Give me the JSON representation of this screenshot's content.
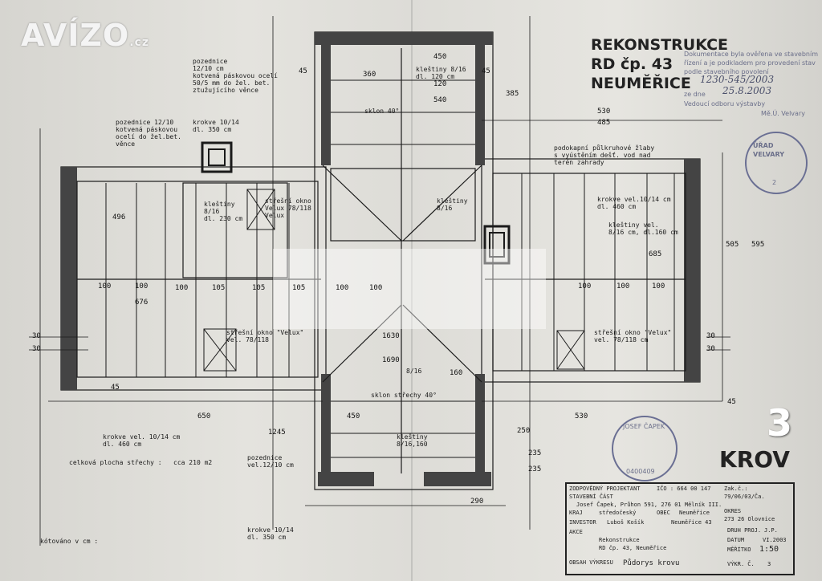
{
  "watermark": {
    "brand": "AVÍZO",
    "suffix": ".cz"
  },
  "title": {
    "line1": "REKONSTRUKCE",
    "line2": "RD čp. 43",
    "line3": "NEUMĚŘICE"
  },
  "approval": {
    "text1": "Dokumentace byla ověřena ve stavebním",
    "text2": "řízení a je podkladem pro provedení stav",
    "text3": "podle stavebního povolení",
    "number": "1230-545/2003",
    "date_label": "ze dne",
    "date": "25.8.2003",
    "office": "Vedoucí odboru výstavby",
    "city": "Mě.Ú. Velvary",
    "stamp_text": "ÚŘAD VELVARY",
    "stamp_num": "2"
  },
  "sheet_number": "3",
  "sheet_title": "KROV",
  "engineer_stamp": {
    "name": "JOSEF ČAPEK",
    "number": "0400409"
  },
  "labels": {
    "pozednice1": "pozednice\n12/10 cm\nkotvená páskovou ocelí\n50/5 mm do žel. bet.\nztužujícího věnce",
    "pozednice2": "pozednice 12/10\nkotvená páskovou\nocelí do žel.bet.\nvěnce",
    "krokve1": "krokve 10/14\ndl. 350 cm",
    "klestiny1": "kleštiny 8/16\ndl. 120 cm",
    "sklen1": "sklon 40°",
    "podokapni": "podokapní půlkruhové žlaby\ns vyústěním dešť. vod nad\nterén zahrady",
    "klestiny2": "kleštiny\n8/16\ndl. 230 cm",
    "stresni_okno1": "střešní okno\nVelux 78/118\nVelux",
    "klestiny3": "kleštiny\n8/16",
    "krokve2": "krokve vel.10/14 cm\ndl. 460 cm",
    "klestiny4": "kleštiny vel.\n8/16 cm, dl.160 cm",
    "stresni_okno2": "střešní okno \"Velux\"\nvel. 78/118",
    "stresni_okno3": "střešní okno \"Velux\"\nvel. 78/118 cm",
    "klestiny5": "8/16",
    "sklen2": "sklon střechy 40°",
    "klestiny6": "kleštiny\n8/16,160",
    "krokve3": "krokve vel. 10/14 cm\ndl. 460 cm",
    "plocha": "celková plocha střechy :   cca 210 m2",
    "pozednice3": "pozednice\nvel.12/10 cm",
    "krokve4": "krokve 10/14\ndl. 350 cm",
    "kotovano": "kótováno v cm :"
  },
  "dims": [
    "45",
    "45",
    "450",
    "360",
    "385",
    "540",
    "120",
    "530",
    "485",
    "496",
    "676",
    "100",
    "100",
    "100",
    "105",
    "105",
    "100",
    "100",
    "100",
    "100",
    "100",
    "105",
    "1630",
    "1690",
    "160",
    "650",
    "530",
    "450",
    "30",
    "30",
    "30",
    "30",
    "45",
    "45",
    "505",
    "595",
    "685",
    "1245",
    "250",
    "235",
    "235",
    "290"
  ],
  "title_block": {
    "zpracovatel": "ZODPOVĚDNÝ PROJEKTANT",
    "ico": "IČO : 664 00 147",
    "zak": "Zak.č.:",
    "zak_val": "79/06/03/Ča.",
    "stav_cast": "STAVEBNÍ ČÁST",
    "proj": "Josef Čapek, Průhon 591, 276 01 Mělník III.",
    "kraj": "KRAJ",
    "kraj_val": "středočeský",
    "obec_label": "OBEC",
    "obec": "Neuměřice",
    "okres": "OKRES",
    "okres_val": "273 26 Olovnice",
    "investor": "INVESTOR",
    "investor_val": "Luboš Košík",
    "inv_obec": "Neuměřice 43",
    "akce": "AKCE",
    "akce1": "Rekonstrukce",
    "akce2": "RD čp. 43, Neuměřice",
    "druh": "DRUH PROJ.",
    "druh_val": "J.P.",
    "datum": "DATUM",
    "datum_val": "VI.2003",
    "meritko": "MĚŘÍTKO",
    "meritko_val": "1:50",
    "obsah": "OBSAH VÝKRESU",
    "obsah_val": "Půdorys krovu",
    "vykr": "VÝKR. Č.",
    "vykr_val": "3"
  },
  "colors": {
    "paper": "#dddcd7",
    "ink": "#1d1d1d",
    "stamp": "#6a6f93"
  }
}
